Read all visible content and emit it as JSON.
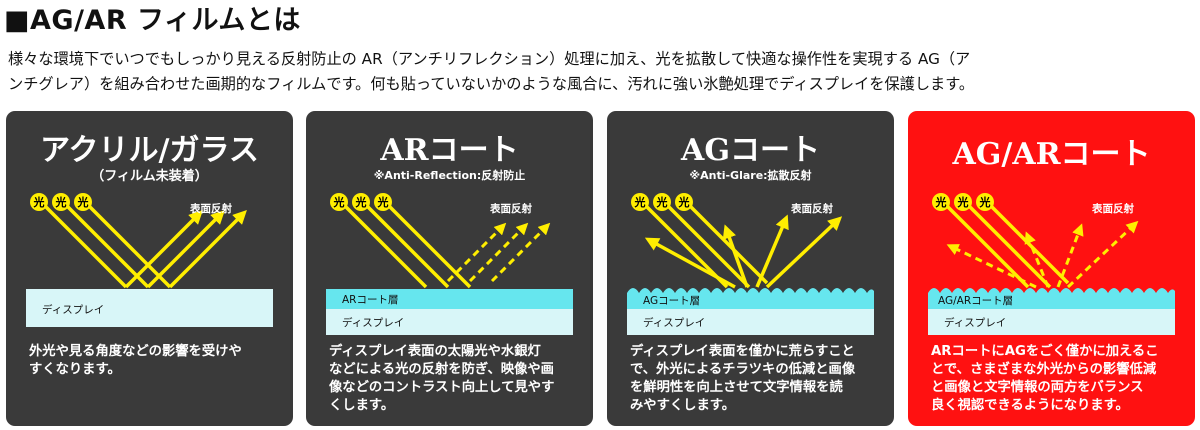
{
  "heading": "■AG/AR フィルムとは",
  "intro": [
    "様々な環境下でいつでもしっかり見える反射防止の AR（アンチリフレクション）処理に加え、光を拡散して快適な操作性を実現する AG（ア",
    "ンチグレア）を組み合わせた画期的なフィルムです。何も貼っていないかのような風合に、汚れに強い氷艶処理でディスプレイを保護します。"
  ],
  "colors": {
    "panel_dark": "#3a3a3a",
    "panel_red": "#ff1111",
    "light_ray": "#ffee00",
    "layer_cyan": "#66e6ee",
    "layer_pale": "#d8f6f8"
  },
  "light_symbol": "光",
  "panels": [
    {
      "title": "アクリル/ガラス",
      "subtitle": "（フィルム未装着）",
      "reflection_label": "表面反射",
      "layers": [
        "ディスプレイ"
      ],
      "description": [
        "外光や見る角度などの影響を受けや",
        "すくなります。"
      ]
    },
    {
      "title": "ARコート",
      "subtitle": "※Anti-Reflection:反射防止",
      "reflection_label": "表面反射",
      "layers": [
        "ARコート層",
        "ディスプレイ"
      ],
      "description": [
        "ディスプレイ表面の太陽光や水銀灯",
        "などによる光の反射を防ぎ、映像や画",
        "像などのコントラスト向上して見やす",
        "くします。"
      ]
    },
    {
      "title": "AGコート",
      "subtitle": "※Anti-Glare:拡散反射",
      "reflection_label": "表面反射",
      "layers": [
        "AGコート層",
        "ディスプレイ"
      ],
      "description": [
        "ディスプレイ表面を僅かに荒らすこと",
        "で、外光によるチラツキの低減と画像",
        "を鮮明性を向上させて文字情報を読",
        "みやすくします。"
      ]
    },
    {
      "title": "AG/ARコート",
      "subtitle": "",
      "reflection_label": "表面反射",
      "layers": [
        "AG/ARコート層",
        "ディスプレイ"
      ],
      "description": [
        "ARコートにAGをごく僅かに加えるこ",
        "とで、さまざまな外光からの影響低減",
        "と画像と文字情報の両方をバランス",
        "良く視認できるようになります。"
      ]
    }
  ]
}
